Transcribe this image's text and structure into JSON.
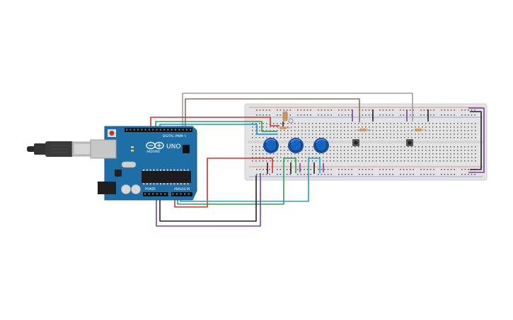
{
  "board": {
    "logo_text": "UNO",
    "brand_text": "ARDUINO",
    "digital_label": "DIGITAL (PWM~)",
    "power_label": "POWER",
    "analog_label": "ANALOG IN"
  },
  "colors": {
    "board": "#1e6fa8",
    "breadboard": "#e3e3e3",
    "knob": "#1565c0",
    "wire_red": "#d32f2f",
    "wire_green": "#2e9e4f",
    "wire_blue": "#1e88e5",
    "wire_gray": "#9e9e9e",
    "wire_brown": "#8d6e63",
    "wire_black": "#222222",
    "wire_purple": "#7b3f9e",
    "wire_cyan": "#26a0c9"
  },
  "components": {
    "potentiometers": 3,
    "pushbuttons": 2,
    "resistors": 3,
    "photoresistor": 1
  }
}
